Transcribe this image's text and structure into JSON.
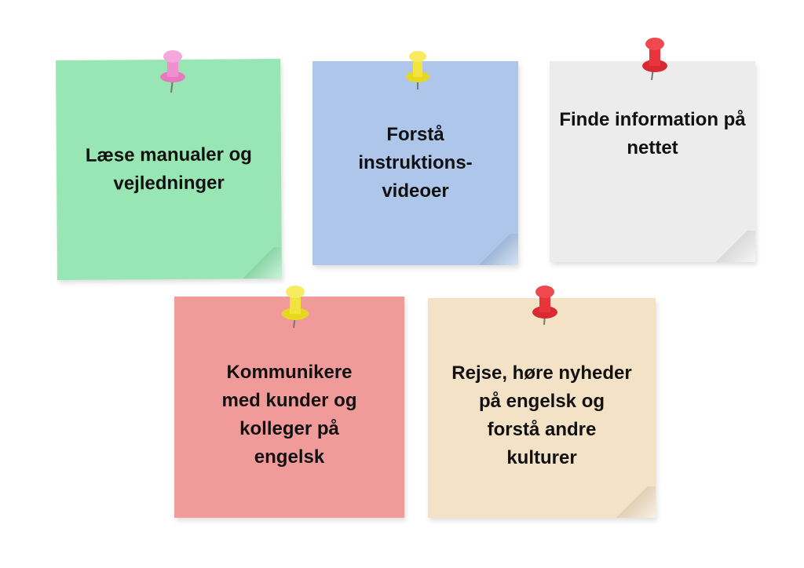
{
  "notes": [
    {
      "text": "Læse manualer og vejledninger",
      "color": "#98e6b4",
      "pin_color": "#f08fd0"
    },
    {
      "text": "Forstå instruktions-videoer",
      "color": "#adc6ea",
      "pin_color": "#f2e43c"
    },
    {
      "text": "Finde information på nettet",
      "color": "#ececec",
      "pin_color": "#e8343a"
    },
    {
      "text": "Kommunikere med kunder og kolleger på engelsk",
      "color": "#f09a9a",
      "pin_color": "#f2e43c"
    },
    {
      "text": "Rejse, høre nyheder på engelsk og forstå andre kulturer",
      "color": "#f3e2c6",
      "pin_color": "#e8343a"
    }
  ]
}
